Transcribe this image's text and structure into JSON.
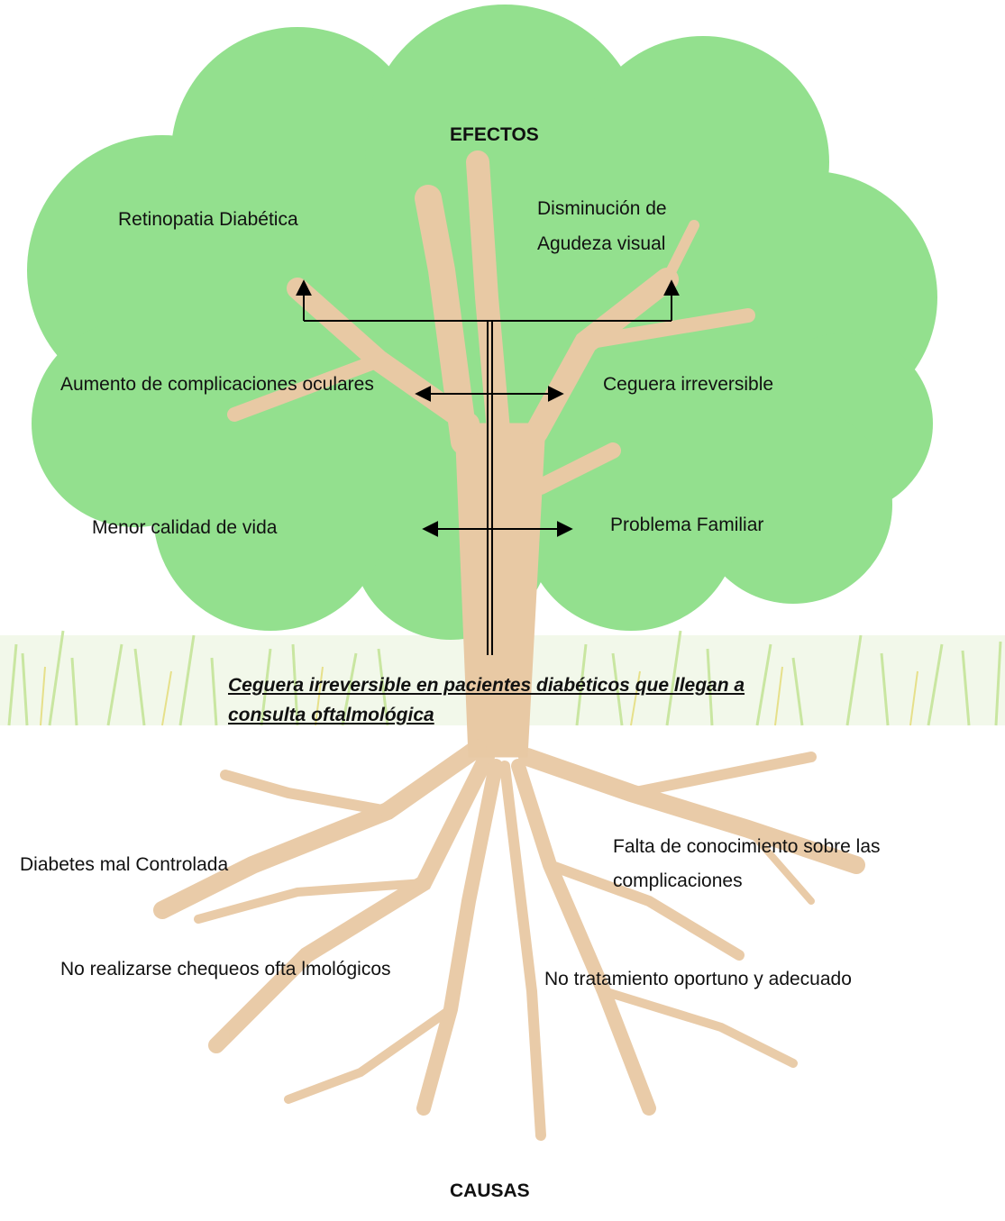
{
  "diagram": {
    "effects_heading": "EFECTOS",
    "causes_heading": "CAUSAS",
    "effects": {
      "retinopatia": "Retinopatia Diabética",
      "disminucion_line1": "Disminución  de",
      "disminucion_line2": "Agudeza visual",
      "complicaciones": "Aumento de complicaciones oculares",
      "ceguera": "Ceguera irreversible",
      "calidad": "Menor calidad de vida",
      "familiar": "Problema Familiar"
    },
    "problem_line1": "Ceguera irreversible en pacientes diabéticos que llegan a",
    "problem_line2": "consulta oftalmológica",
    "causes": {
      "diabetes": "Diabetes mal Controlada",
      "falta_line1": "Falta de conocimiento sobre las",
      "falta_line2": "complicaciones",
      "chequeos": "No realizarse chequeos ofta lmológicos",
      "tratamiento": "No tratamiento oportuno y adecuado"
    },
    "colors": {
      "foliage": "#93e08e",
      "trunk": "#e8c9a4",
      "grass": "#c8e6a0",
      "arrows": "#000000"
    }
  }
}
